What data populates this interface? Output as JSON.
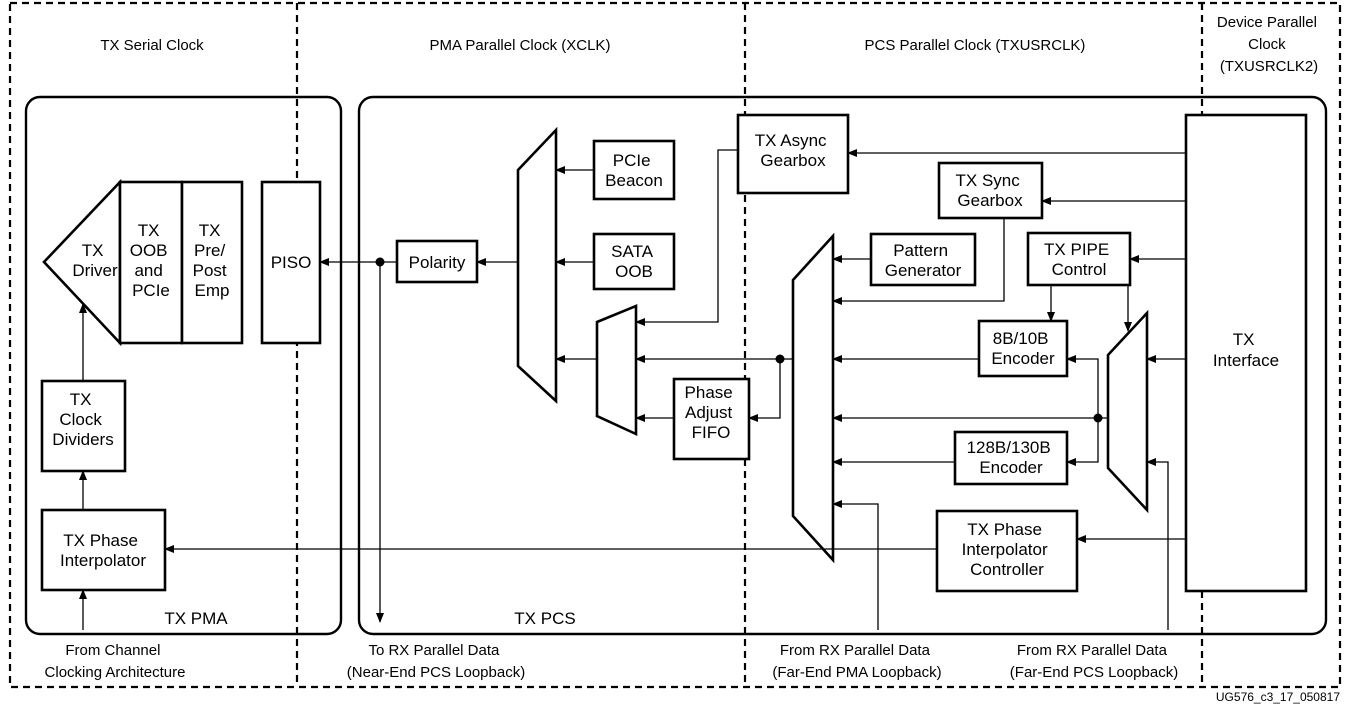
{
  "domains": {
    "tx_serial_clock": "TX Serial Clock",
    "pma_parallel_clock": "PMA Parallel Clock (XCLK)",
    "pcs_parallel_clock": "PCS Parallel Clock (TXUSRCLK)",
    "device_parallel_clock": [
      "Device Parallel",
      "Clock",
      "(TXUSRCLK2)"
    ]
  },
  "regions": {
    "tx_pma": "TX PMA",
    "tx_pcs": "TX PCS"
  },
  "blocks": {
    "tx_driver": [
      "TX",
      "Driver"
    ],
    "tx_oob_pcie": [
      "TX",
      "OOB",
      "and",
      "PCIe"
    ],
    "tx_pre_post_emp": [
      "TX",
      "Pre/",
      "Post",
      "Emp"
    ],
    "piso": "PISO",
    "tx_clock_dividers": [
      "TX",
      "Clock",
      "Dividers"
    ],
    "tx_phase_interpolator": [
      "TX Phase",
      "Interpolator"
    ],
    "polarity": "Polarity",
    "pcie_beacon": [
      "PCIe",
      "Beacon"
    ],
    "sata_oob": [
      "SATA",
      "OOB"
    ],
    "phase_adjust_fifo": [
      "Phase",
      "Adjust",
      "FIFO"
    ],
    "tx_async_gearbox": [
      "TX Async",
      "Gearbox"
    ],
    "tx_sync_gearbox": [
      "TX Sync",
      "Gearbox"
    ],
    "pattern_generator": [
      "Pattern",
      "Generator"
    ],
    "tx_pipe_control": [
      "TX PIPE",
      "Control"
    ],
    "encoder_8b10b": [
      "8B/10B",
      "Encoder"
    ],
    "encoder_128b130b": [
      "128B/130B",
      "Encoder"
    ],
    "tx_pi_controller": [
      "TX Phase",
      "Interpolator",
      "Controller"
    ],
    "tx_interface": [
      "TX",
      "Interface"
    ]
  },
  "bottom_labels": {
    "from_channel": [
      "From Channel",
      "Clocking Architecture"
    ],
    "to_rx": [
      "To RX Parallel Data",
      "(Near-End PCS Loopback)"
    ],
    "from_rx_pma": [
      "From RX Parallel Data",
      "(Far-End PMA Loopback)"
    ],
    "from_rx_pcs": [
      "From RX Parallel Data",
      "(Far-End PCS Loopback)"
    ]
  },
  "figure_id": "UG576_c3_17_050817"
}
